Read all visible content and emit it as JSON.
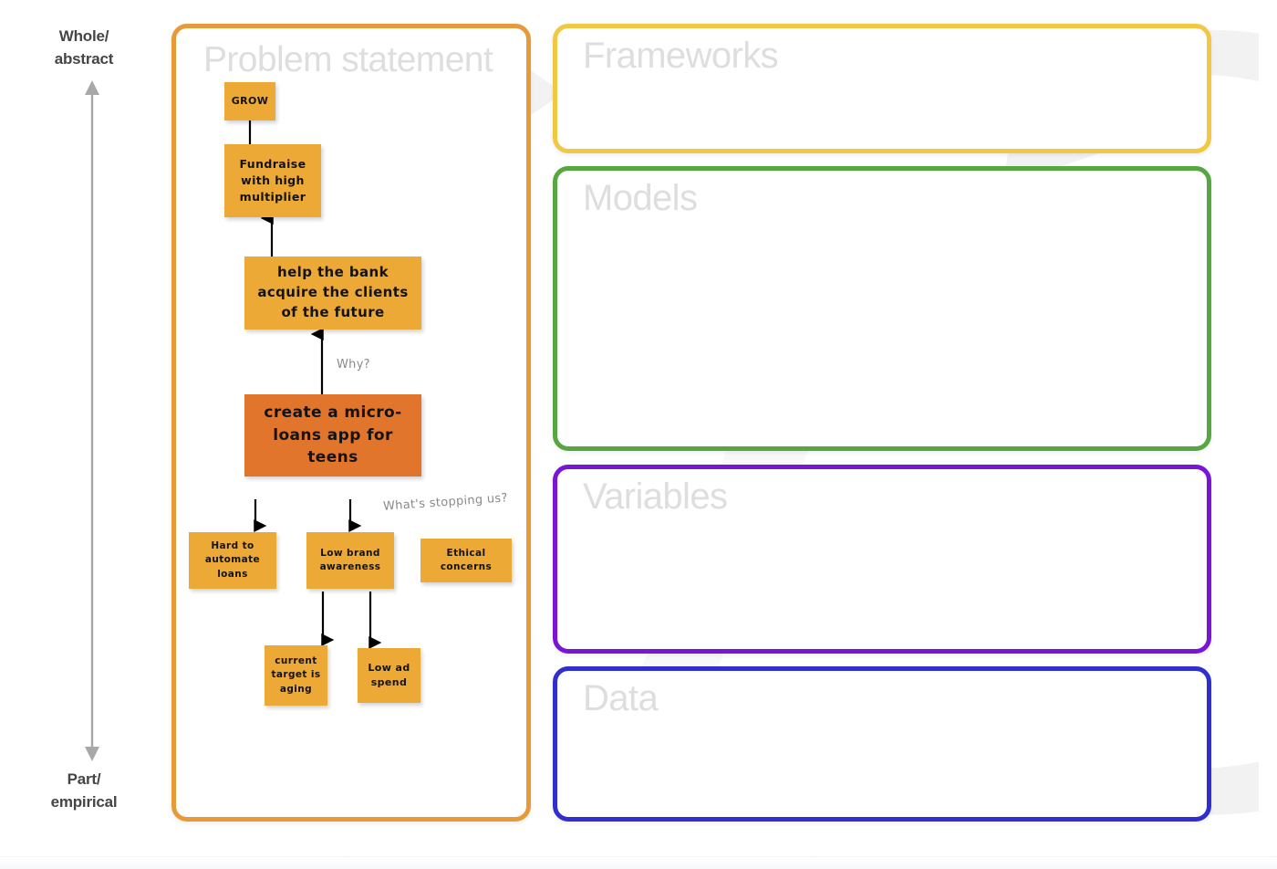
{
  "axis": {
    "top_label": "Whole/\nabstract",
    "top_label_line1": "Whole/",
    "top_label_line2": "abstract",
    "bottom_label_line1": "Part/",
    "bottom_label_line2": "empirical",
    "arrow_direction": "bidirectional-vertical",
    "color": "#a0a0a0"
  },
  "panels": [
    {
      "id": "problem",
      "title": "Problem statement",
      "border_color": "#E79B38"
    },
    {
      "id": "frameworks",
      "title": "Frameworks",
      "border_color": "#F2C744"
    },
    {
      "id": "models",
      "title": "Models",
      "border_color": "#56A741"
    },
    {
      "id": "variables",
      "title": "Variables",
      "border_color": "#7916D6"
    },
    {
      "id": "data",
      "title": "Data",
      "border_color": "#2F2FD0"
    }
  ],
  "notes": [
    {
      "id": "grow",
      "text": "GROW",
      "color": "#EDA935"
    },
    {
      "id": "fundraise",
      "text": "Fundraise with high multiplier",
      "color": "#EDA935"
    },
    {
      "id": "help_bank",
      "text": "help the bank acquire the clients of the future",
      "color": "#EDA935"
    },
    {
      "id": "microloans",
      "text": "create a micro-loans app for teens",
      "color": "#E1752B"
    },
    {
      "id": "hard",
      "text": "Hard to automate loans",
      "color": "#EDA935"
    },
    {
      "id": "lowbrand",
      "text": "Low brand awareness",
      "color": "#EDA935"
    },
    {
      "id": "ethical",
      "text": "Ethical concerns",
      "color": "#EDA935"
    },
    {
      "id": "currtarget",
      "text": "current target is aging",
      "color": "#EDA935"
    },
    {
      "id": "lowad",
      "text": "Low ad spend",
      "color": "#EDA935"
    }
  ],
  "connector_labels": [
    {
      "id": "why",
      "text": "Why?"
    },
    {
      "id": "stopping",
      "text": "What's stopping us?"
    }
  ],
  "watermark": {
    "name": "cycle-arrows-watermark",
    "color": "#f2f2f2"
  }
}
